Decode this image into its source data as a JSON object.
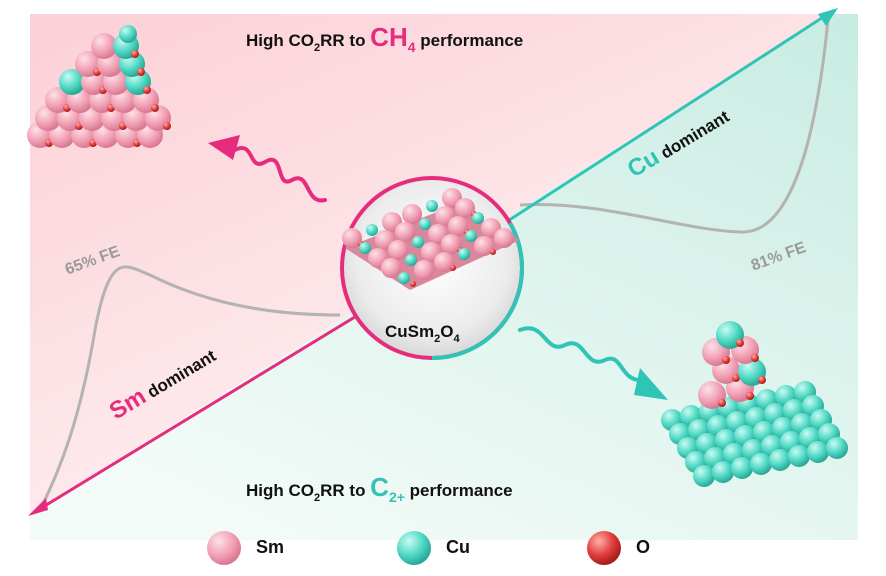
{
  "top_title": {
    "text_a": "High CO",
    "sub": "2",
    "text_b": "RR to ",
    "product": "CH",
    "product_sub": "4",
    "text_c": " performance"
  },
  "bottom_title": {
    "text_a": "High CO",
    "sub": "2",
    "text_b": "RR to ",
    "product": "C",
    "product_sub": "2+",
    "text_c": " performance"
  },
  "center": {
    "text_a": "CuSm",
    "sub_a": "2",
    "text_b": "O",
    "sub_b": "4"
  },
  "axis": {
    "sm_label": "Sm",
    "sm_suffix": " dominant",
    "cu_label": "Cu",
    "cu_suffix": " dominant"
  },
  "fe_left": "65% FE",
  "fe_right": "81% FE",
  "legend": [
    {
      "label": "Sm",
      "color": "#f2a2b6"
    },
    {
      "label": "Cu",
      "color": "#4fd8c4"
    },
    {
      "label": "O",
      "color": "#e23c3c"
    }
  ],
  "colors": {
    "pink": "#e62d7d",
    "teal": "#2ec4b6",
    "pink_bg": "#fbd3d9",
    "teal_bg": "#cdeee5"
  }
}
